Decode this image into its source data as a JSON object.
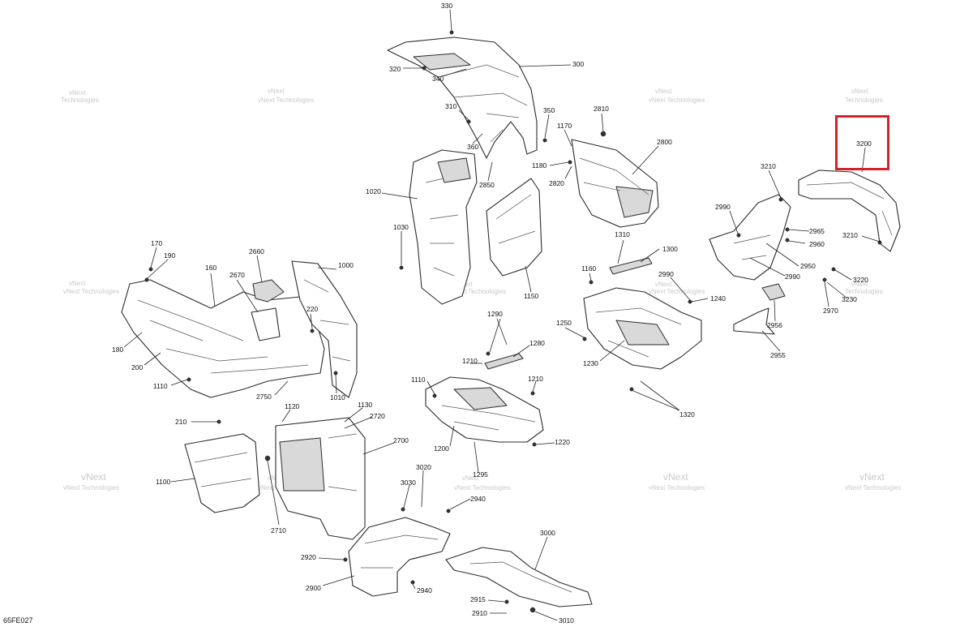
{
  "diagram": {
    "reference_code": "65FE027",
    "watermark": {
      "line1": "vNext",
      "line2": "Technologies",
      "small": "vNext Technologies"
    },
    "highlight_color": "#d2232a",
    "highlighted_part": "3200",
    "callouts": [
      "330",
      "300",
      "320",
      "340",
      "310",
      "350",
      "360",
      "1170",
      "2810",
      "2800",
      "1180",
      "2820",
      "2850",
      "1020",
      "3200",
      "3210",
      "2990",
      "3210",
      "2965",
      "2960",
      "2950",
      "2990",
      "2970",
      "3220",
      "3230",
      "1030",
      "170",
      "190",
      "2660",
      "160",
      "2670",
      "1000",
      "220",
      "180",
      "200",
      "1110",
      "1010",
      "2750",
      "210",
      "1310",
      "1300",
      "1160",
      "2990",
      "1240",
      "2956",
      "1250",
      "1230",
      "2955",
      "1320",
      "1290",
      "1280",
      "1210",
      "1110",
      "1210",
      "1200",
      "1220",
      "1120",
      "1130",
      "2720",
      "2700",
      "1100",
      "3020",
      "1295",
      "3030",
      "2940",
      "2710",
      "2920",
      "2900",
      "2940",
      "3000",
      "2915",
      "2910",
      "3010",
      "1150"
    ]
  }
}
